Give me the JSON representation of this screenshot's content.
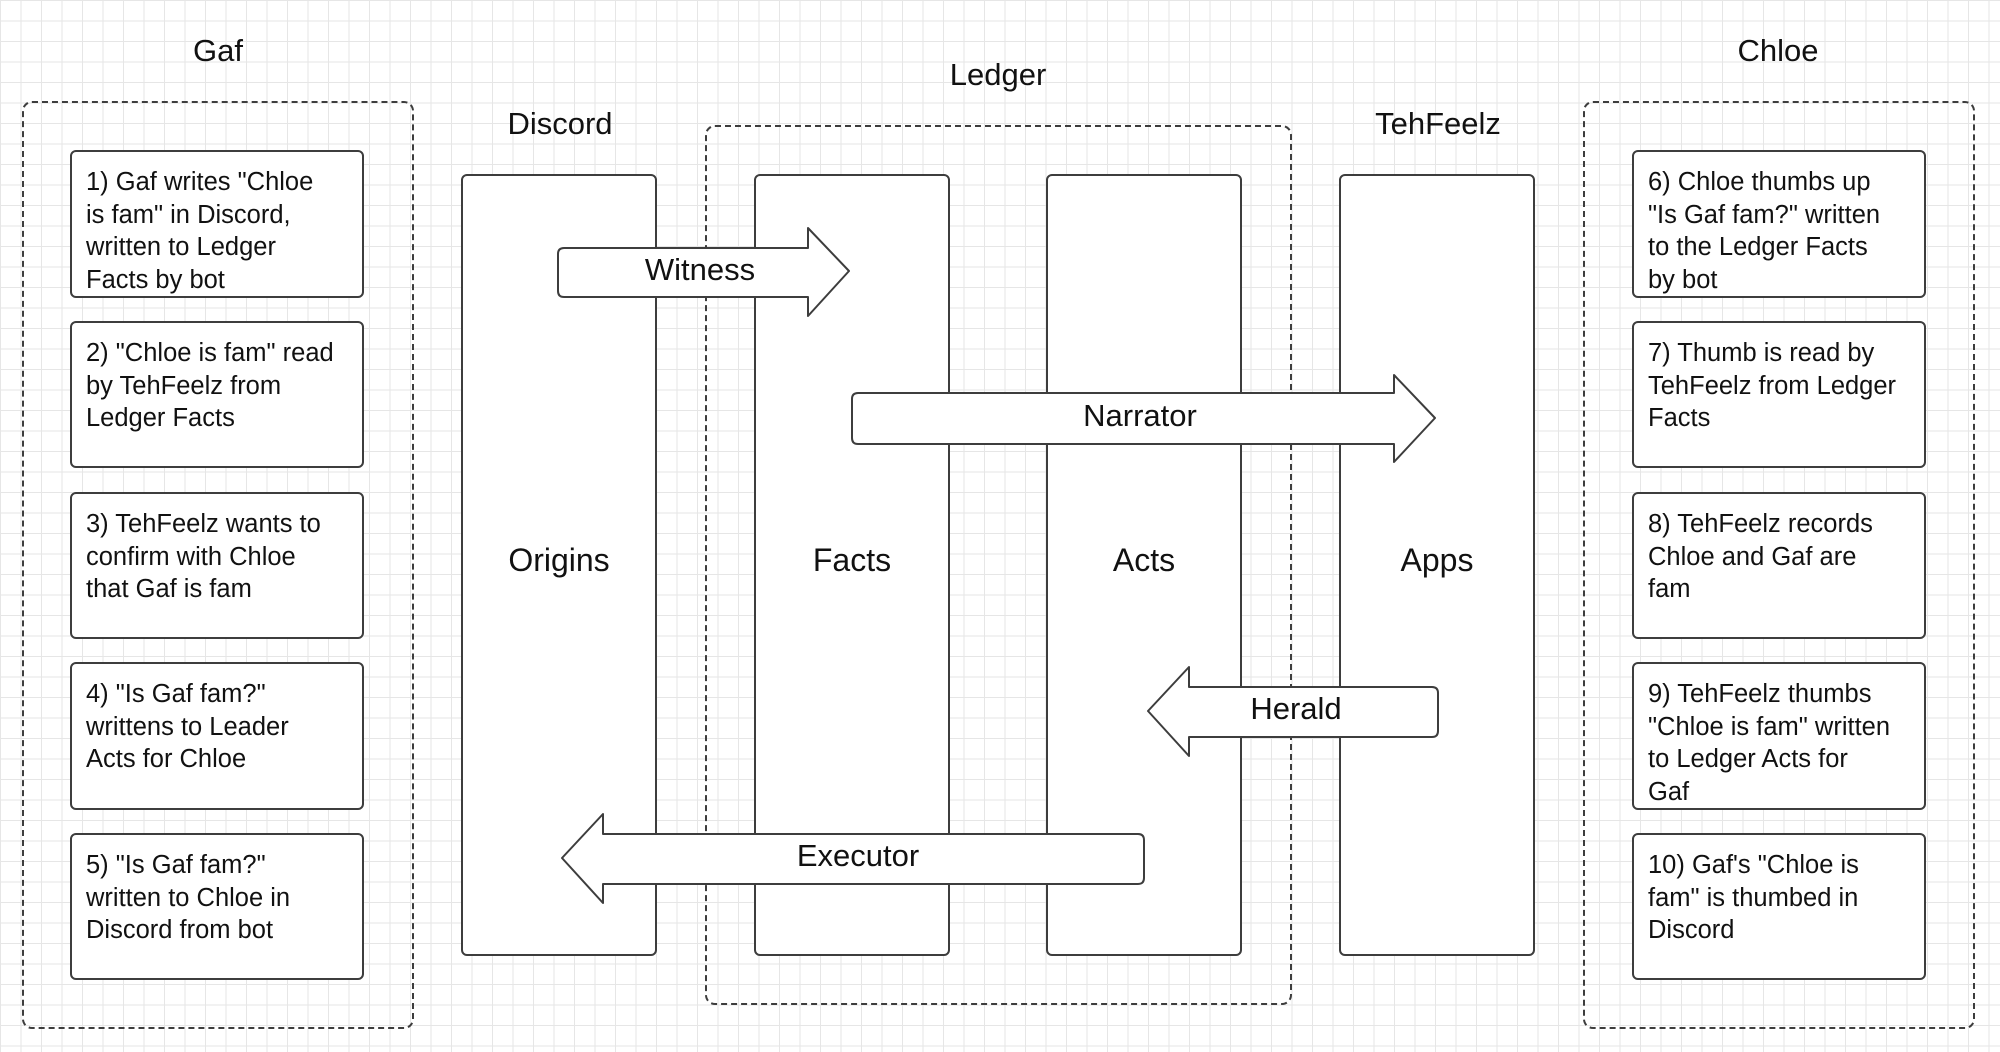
{
  "groups": {
    "gaf": {
      "title": "Gaf"
    },
    "discord": {
      "title": "Discord"
    },
    "ledger": {
      "title": "Ledger"
    },
    "tehfeelz": {
      "title": "TehFeelz"
    },
    "chloe": {
      "title": "Chloe"
    }
  },
  "columns": {
    "origins": "Origins",
    "facts": "Facts",
    "acts": "Acts",
    "apps": "Apps"
  },
  "arrows": {
    "witness": "Witness",
    "narrator": "Narrator",
    "herald": "Herald",
    "executor": "Executor"
  },
  "gaf_steps": [
    "1) Gaf writes \"Chloe\nis fam\" in Discord,\nwritten to Ledger\nFacts by bot",
    "2) \"Chloe is fam\" read\nby TehFeelz from\nLedger Facts",
    "3) TehFeelz wants to\nconfirm with Chloe\nthat Gaf is fam",
    "4) \"Is Gaf fam?\"\nwrittens to Leader\nActs for Chloe",
    "5) \"Is Gaf fam?\"\nwritten to Chloe in\nDiscord from bot"
  ],
  "chloe_steps": [
    "6) Chloe thumbs up\n\"Is Gaf fam?\" written\nto the Ledger Facts\nby bot",
    "7) Thumb is read by\nTehFeelz from Ledger\nFacts",
    "8) TehFeelz records\nChloe and Gaf are\nfam",
    "9) TehFeelz thumbs\n\"Chloe is fam\" written\nto Ledger Acts for\nGaf",
    "10) Gaf's \"Chloe is\nfam\" is thumbed in\nDiscord"
  ]
}
